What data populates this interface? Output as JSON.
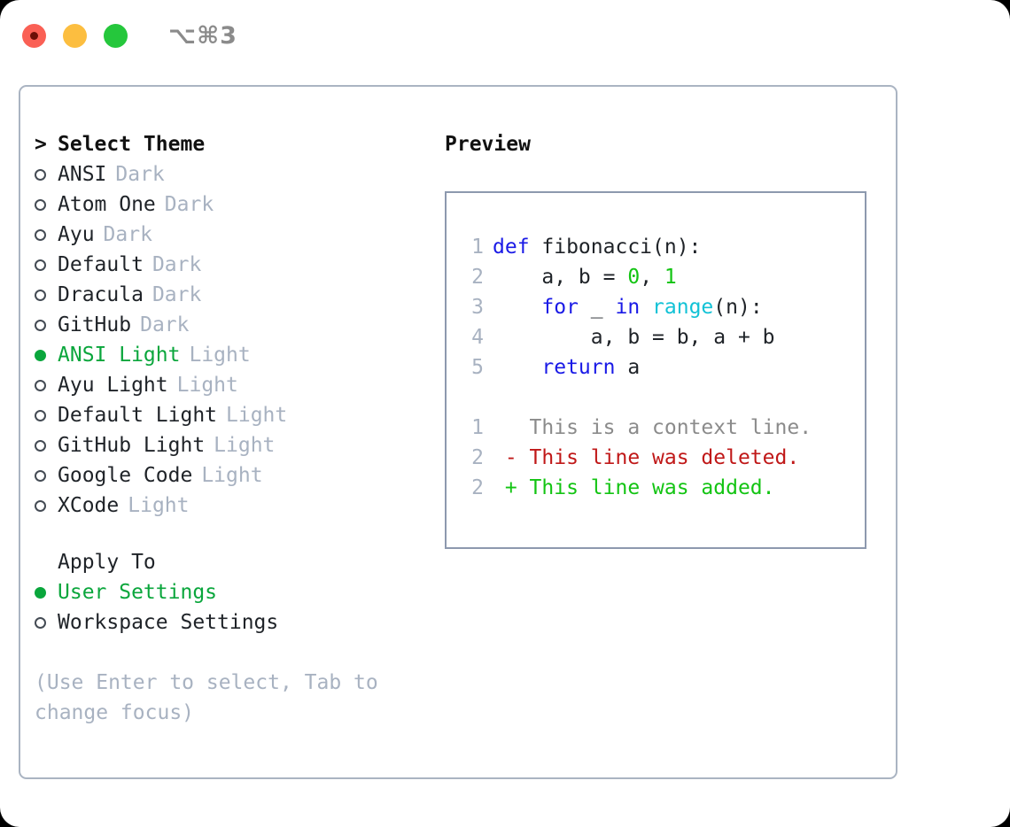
{
  "window": {
    "shortcut": "⌥⌘3",
    "traffic_lights": [
      {
        "name": "close-button",
        "color": "#fa6055"
      },
      {
        "name": "minimize-button",
        "color": "#fcbe40"
      },
      {
        "name": "maximize-button",
        "color": "#25c73c"
      }
    ]
  },
  "theme_picker": {
    "header_caret": ">",
    "header_label": "Select Theme",
    "bullet_selected": "●",
    "bullet_unselected": "○",
    "items": [
      {
        "name": "ANSI",
        "kind": "Dark",
        "selected": false
      },
      {
        "name": "Atom One",
        "kind": "Dark",
        "selected": false
      },
      {
        "name": "Ayu",
        "kind": "Dark",
        "selected": false
      },
      {
        "name": "Default",
        "kind": "Dark",
        "selected": false
      },
      {
        "name": "Dracula",
        "kind": "Dark",
        "selected": false
      },
      {
        "name": "GitHub",
        "kind": "Dark",
        "selected": false
      },
      {
        "name": "ANSI Light",
        "kind": "Light",
        "selected": true
      },
      {
        "name": "Ayu Light",
        "kind": "Light",
        "selected": false
      },
      {
        "name": "Default Light",
        "kind": "Light",
        "selected": false
      },
      {
        "name": "GitHub Light",
        "kind": "Light",
        "selected": false
      },
      {
        "name": "Google Code",
        "kind": "Light",
        "selected": false
      },
      {
        "name": "XCode",
        "kind": "Light",
        "selected": false
      }
    ]
  },
  "apply_to": {
    "label": "Apply To",
    "options": [
      {
        "name": "User Settings",
        "selected": true
      },
      {
        "name": "Workspace Settings",
        "selected": false
      }
    ]
  },
  "hint": "(Use Enter to select, Tab to change focus)",
  "preview": {
    "title": "Preview",
    "code": [
      {
        "n": "1",
        "tokens": [
          {
            "t": "def",
            "c": "kw"
          },
          {
            "t": " fibonacci(n):",
            "c": ""
          }
        ]
      },
      {
        "n": "2",
        "tokens": [
          {
            "t": "    a, b = ",
            "c": ""
          },
          {
            "t": "0",
            "c": "num"
          },
          {
            "t": ", ",
            "c": ""
          },
          {
            "t": "1",
            "c": "num"
          }
        ]
      },
      {
        "n": "3",
        "tokens": [
          {
            "t": "    ",
            "c": ""
          },
          {
            "t": "for",
            "c": "kw"
          },
          {
            "t": " _ ",
            "c": ""
          },
          {
            "t": "in",
            "c": "kw"
          },
          {
            "t": " ",
            "c": ""
          },
          {
            "t": "range",
            "c": "fn"
          },
          {
            "t": "(n):",
            "c": ""
          }
        ]
      },
      {
        "n": "4",
        "tokens": [
          {
            "t": "        a, b = b, a + b",
            "c": ""
          }
        ]
      },
      {
        "n": "5",
        "tokens": [
          {
            "t": "    ",
            "c": ""
          },
          {
            "t": "return",
            "c": "kw"
          },
          {
            "t": " a",
            "c": ""
          }
        ]
      }
    ],
    "diff": [
      {
        "n": "1",
        "marker": " ",
        "text": " This is a context line.",
        "c": "ctx"
      },
      {
        "n": "2",
        "marker": "-",
        "text": " This line was deleted.",
        "c": "del"
      },
      {
        "n": "2",
        "marker": "+",
        "text": " This line was added.",
        "c": "add"
      }
    ]
  },
  "colors": {
    "accent_green": "#0aa63c",
    "muted": "#a8b2c1",
    "keyword_blue": "#1a1ae6",
    "function_cyan": "#12c2d6",
    "number_green": "#13c413",
    "diff_delete": "#c01818",
    "diff_add": "#13c413",
    "border": "#aab4c2",
    "preview_border": "#8d99ae"
  }
}
